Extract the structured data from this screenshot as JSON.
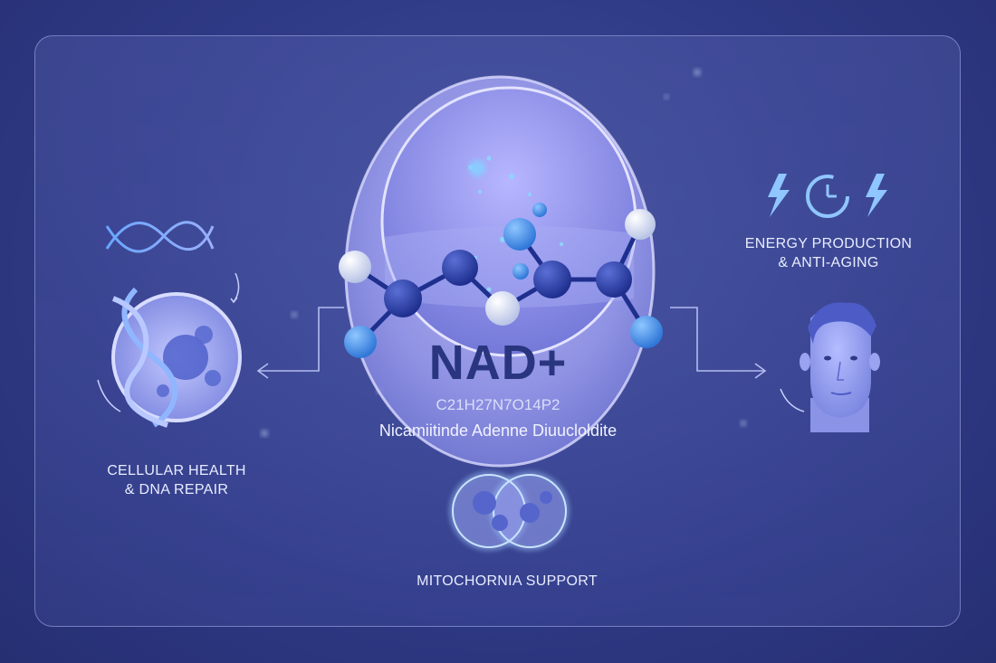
{
  "main": {
    "title": "NAD+",
    "formula": "C21H27N7O14P2",
    "full_name": "Nicamiitinde Adenne Diuucloldite"
  },
  "benefits": {
    "left": {
      "line1": "CELLULAR HEALTH",
      "line2": "& DNA REPAIR"
    },
    "right": {
      "line1": "ENERGY PRODUCTION",
      "line2": "& ANTI-AGING"
    },
    "bottom": {
      "line1": "MITOCHORNIA SUPPORT"
    }
  },
  "icons": {
    "dna": "dna-icon",
    "cell": "cell-icon",
    "energy": "lightning-clock-icon",
    "face": "face-icon",
    "mitochondria": "mitochondria-icon",
    "molecule": "molecule-icon"
  },
  "colors": {
    "background": "#2f3a86",
    "panel_border": "#bec8ff",
    "title": "#2a3580",
    "accent": "#8fc6ff"
  }
}
